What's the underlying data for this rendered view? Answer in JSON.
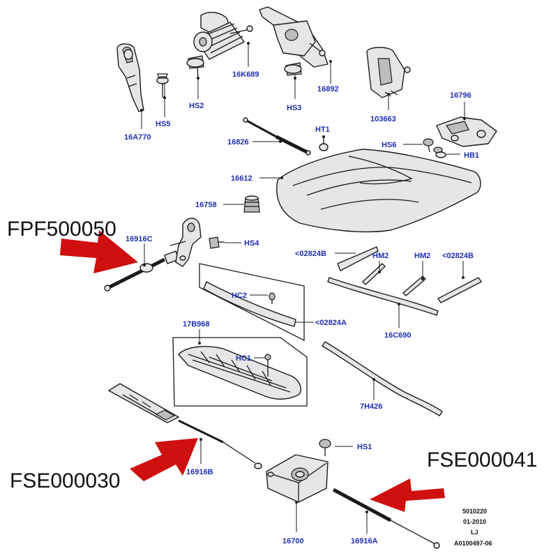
{
  "colors": {
    "label": "#1f2fb3",
    "arrow": "#d00f0f",
    "line": "#1a1a1a"
  },
  "callouts": {
    "fpf500050": "FPF500050",
    "fse000030": "FSE000030",
    "fse000041": "FSE000041"
  },
  "labels": {
    "p16a770": "16A770",
    "hs5": "HS5",
    "hs2": "HS2",
    "p16k689": "16K689",
    "hs3": "HS3",
    "p16892": "16892",
    "p103663": "103663",
    "p16796": "16796",
    "ht1": "HT1",
    "p16826": "16826",
    "hs6": "HS6",
    "hb1": "HB1",
    "p16612": "16612",
    "p16758": "16758",
    "p16916c": "16916C",
    "hs4": "HS4",
    "p02824b_left": "<02824B",
    "hm2_left": "HM2",
    "hm2_right": "HM2",
    "p02824b_right": "<02824B",
    "hc2": "HC2",
    "p02824a": "<02824A",
    "p16c690": "16C690",
    "p17b968": "17B968",
    "hc1": "HC1",
    "p7h426": "7H426",
    "hs1": "HS1",
    "p16916b": "16916B",
    "p16700": "16700",
    "p16916a": "16916A"
  },
  "footer": {
    "line1": "5010220",
    "line2": "01-2010",
    "line3": "LJ",
    "line4": "A0100497-06"
  }
}
